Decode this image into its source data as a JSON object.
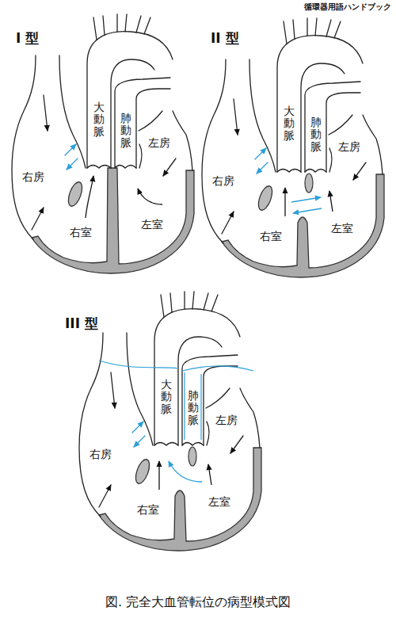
{
  "diagram": {
    "caption": "図. 完全大血管転位の病型模式図",
    "labels": [
      "循環器用語ハンドブック",
      "I 型",
      "大動脈",
      "肺動脈",
      "左房",
      "右房",
      "右室",
      "左室",
      "II 型",
      "大動脈",
      "肺動脈",
      "左房",
      "右房",
      "右室",
      "左室",
      "III 型",
      "大動脈",
      "肺動脈",
      "左房",
      "右房",
      "右室",
      "左室"
    ]
  }
}
